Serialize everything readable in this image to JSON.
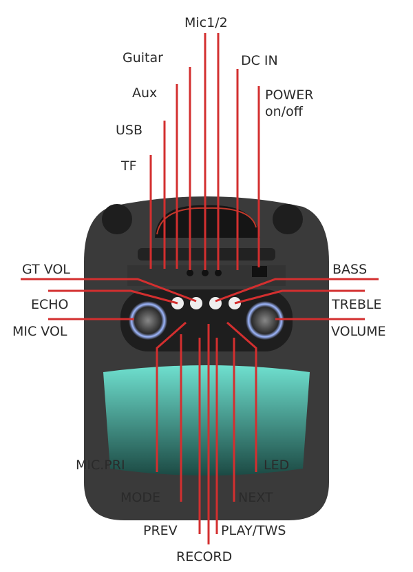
{
  "line_color": "#d32f2f",
  "labels": {
    "mic": "Mic1/2",
    "guitar": "Guitar",
    "dc_in": "DC IN",
    "aux": "Aux",
    "power_1": "POWER",
    "power_2": "on/off",
    "usb": "USB",
    "tf": "TF",
    "gt_vol": "GT VOL",
    "echo": "ECHO",
    "mic_vol": "MIC VOL",
    "bass": "BASS",
    "treble": "TREBLE",
    "volume": "VOLUME",
    "mic_pri": "MIC.PRI",
    "led": "LED",
    "mode": "MODE",
    "next": "NEXT",
    "prev": "PREV",
    "play_tws": "PLAY/TWS",
    "record": "RECORD"
  }
}
